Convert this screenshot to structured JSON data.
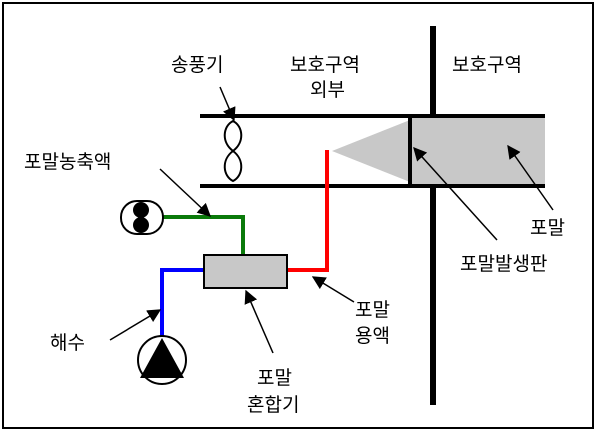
{
  "labels": {
    "blower": "송풍기",
    "protected_outside_line1": "보호구역",
    "protected_outside_line2": "외부",
    "protected_area": "보호구역",
    "foam_concentrate": "포말농축액",
    "foam": "포말",
    "foam_generator_plate": "포말발생판",
    "foam_solution_line1": "포말",
    "foam_solution_line2": "용액",
    "seawater": "해수",
    "foam_mixer_line1": "포말",
    "foam_mixer_line2": "혼합기"
  },
  "colors": {
    "concentrate_line": "#0a7a0a",
    "seawater_line": "#0000ff",
    "solution_line": "#ff0000",
    "foam_fill": "#c8c8c8",
    "mixer_fill": "#c8c8c8"
  }
}
